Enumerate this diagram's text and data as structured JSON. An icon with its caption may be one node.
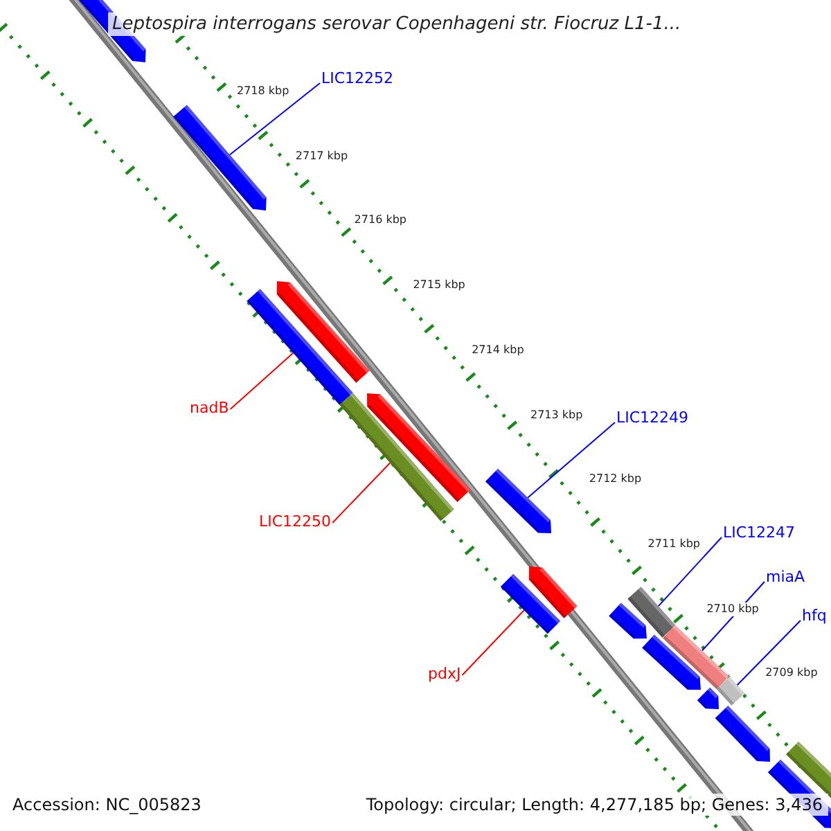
{
  "diagram": {
    "title": "Leptospira interrogans serovar Copenhageni str. Fiocruz L1-1...",
    "nodes": [
      {
        "text": [
          "LIC12252"
        ]
      },
      {
        "text": [
          "nadB"
        ]
      },
      {
        "text": [
          "LIC12250"
        ]
      },
      {
        "text": [
          "LIC12249"
        ]
      },
      {
        "text": [
          "pdxJ"
        ]
      },
      {
        "text": [
          "LIC12247"
        ]
      },
      {
        "text": [
          "miaA"
        ]
      },
      {
        "text": [
          "hfq"
        ]
      },
      {
        "text": [],
        "shape": "bar"
      },
      {
        "text": [],
        "shape": "bar"
      },
      {
        "text": [],
        "shape": "bar"
      },
      {
        "text": [],
        "shape": "bar"
      },
      {
        "text": [],
        "shape": "bar"
      },
      {
        "text": [],
        "shape": "bar"
      },
      {
        "text": [],
        "shape": "bar"
      },
      {
        "text": [],
        "shape": "bar"
      },
      {
        "text": [],
        "shape": "bar"
      },
      {
        "text": [],
        "shape": "bar"
      },
      {
        "text": [],
        "shape": "bar"
      },
      {
        "text": [],
        "shape": "bar"
      },
      {
        "text": [],
        "shape": "bar"
      },
      {
        "text": [],
        "shape": "bar"
      },
      {
        "text": [],
        "shape": "bar"
      },
      {
        "text": [],
        "shape": "bar"
      },
      {
        "text": [],
        "shape": "bar"
      },
      {
        "text": [],
        "shape": "bar"
      }
    ],
    "edges": [
      {
        "from": 0,
        "to": 9,
        "arrow": "none"
      },
      {
        "from": 1,
        "to": 11,
        "arrow": "none",
        "color": "#ff0000"
      },
      {
        "from": 2,
        "to": 13,
        "arrow": "none",
        "color": "#ff0000"
      },
      {
        "from": 3,
        "to": 14,
        "arrow": "none"
      },
      {
        "from": 4,
        "to": 16,
        "arrow": "none",
        "color": "#ff0000"
      },
      {
        "from": 5,
        "to": 17,
        "arrow": "none"
      },
      {
        "from": 6,
        "to": 19,
        "arrow": "none"
      },
      {
        "from": 7,
        "to": 21,
        "arrow": "none"
      }
    ],
    "labels": [
      "2718 kbp",
      "2717 kbp",
      "2716 kbp",
      "2715 kbp",
      "2714 kbp",
      "2713 kbp",
      "2712 kbp",
      "2711 kbp",
      "2710 kbp",
      "2709 kbp",
      "Accession: NC_005823",
      "Topology: circular; Length: 4,277,185 bp; Genes: 3,436"
    ]
  }
}
